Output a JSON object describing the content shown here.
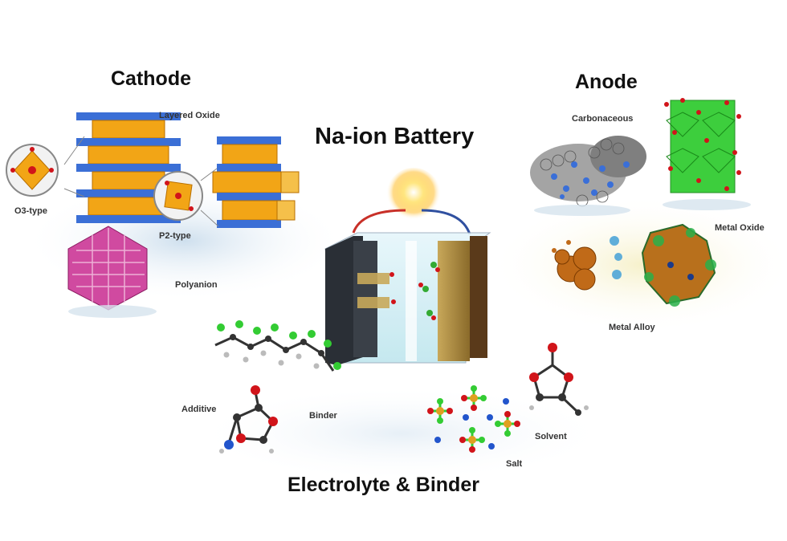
{
  "title": "Na-ion Battery",
  "sections": {
    "cathode": {
      "heading": "Cathode",
      "labels": {
        "layered_oxide": "Layered Oxide",
        "o3_type": "O3-type",
        "p2_type": "P2-type",
        "polyanion": "Polyanion"
      }
    },
    "anode": {
      "heading": "Anode",
      "labels": {
        "carbonaceous": "Carbonaceous",
        "metal_oxide": "Metal Oxide",
        "metal_alloy": "Metal Alloy"
      }
    },
    "electrolyte": {
      "heading": "Electrolyte & Binder",
      "labels": {
        "additive": "Additive",
        "binder": "Binder",
        "solvent": "Solvent",
        "salt": "Salt"
      }
    }
  },
  "colors": {
    "cathode_layer": "#3b6fd6",
    "octahedron": "#f2a516",
    "polyanion": "#c0308a",
    "metal_oxide": "#33cc33",
    "metal_alloy": "#c06a18",
    "carbon": "#8a8a8a",
    "lithium_glow": "#ffd24a"
  }
}
